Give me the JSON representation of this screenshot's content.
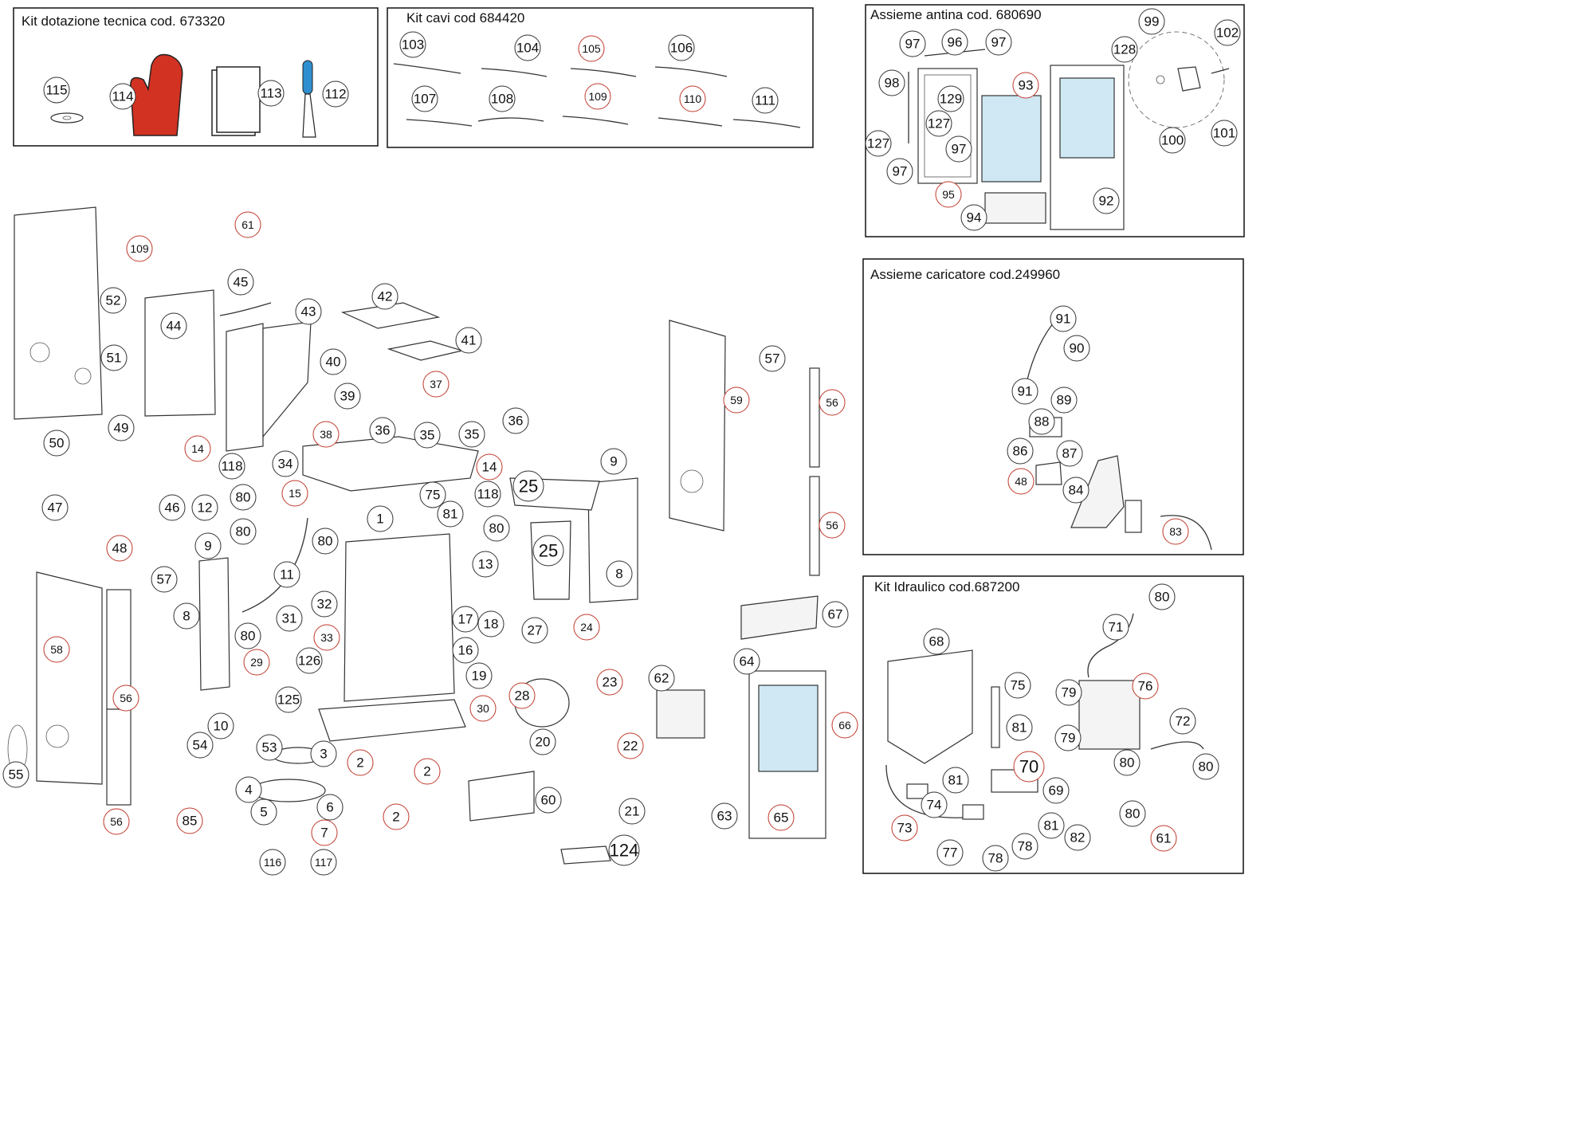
{
  "boxes": {
    "kit_tecnica": "Kit dotazione tecnica cod. 673320",
    "kit_cavi": "Kit cavi  cod 684420",
    "antina": "Assieme antina cod. 680690",
    "caricatore": "Assieme caricatore  cod.249960",
    "idraulico": "Kit Idraulico cod.687200"
  },
  "labels": [
    "115",
    "114",
    "113",
    "112",
    "103",
    "104",
    "105",
    "106",
    "107",
    "108",
    "109",
    "110",
    "111",
    "97",
    "96",
    "97",
    "99",
    "102",
    "128",
    "98",
    "93",
    "129",
    "127",
    "97",
    "127",
    "97",
    "95",
    "94",
    "92",
    "100",
    "101",
    "91",
    "90",
    "91",
    "89",
    "88",
    "86",
    "87",
    "48",
    "84",
    "83",
    "80",
    "71",
    "68",
    "75",
    "79",
    "76",
    "81",
    "72",
    "80",
    "70",
    "79",
    "80",
    "81",
    "69",
    "74",
    "73",
    "81",
    "80",
    "82",
    "78",
    "61",
    "77",
    "78",
    "61",
    "109",
    "52",
    "45",
    "42",
    "43",
    "44",
    "41",
    "51",
    "40",
    "37",
    "39",
    "36",
    "38",
    "36",
    "35",
    "35",
    "49",
    "14",
    "14",
    "50",
    "118",
    "118",
    "34",
    "25",
    "9",
    "47",
    "46",
    "12",
    "80",
    "15",
    "75",
    "81",
    "80",
    "48",
    "80",
    "1",
    "80",
    "13",
    "25",
    "11",
    "9",
    "8",
    "8",
    "32",
    "31",
    "33",
    "17",
    "18",
    "27",
    "24",
    "80",
    "29",
    "126",
    "16",
    "19",
    "28",
    "23",
    "62",
    "30",
    "125",
    "10",
    "20",
    "22",
    "54",
    "53",
    "3",
    "2",
    "2",
    "4",
    "60",
    "21",
    "5",
    "6",
    "85",
    "2",
    "7",
    "116",
    "117",
    "124",
    "57",
    "59",
    "56",
    "56",
    "57",
    "58",
    "56",
    "56",
    "55",
    "67",
    "64",
    "66",
    "65",
    "63"
  ]
}
